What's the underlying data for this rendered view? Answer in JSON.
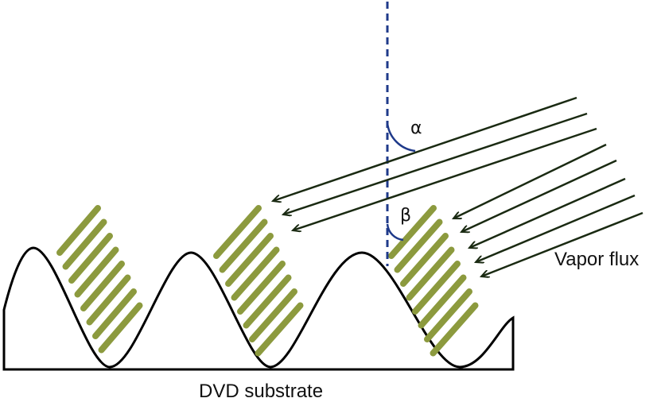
{
  "labels": {
    "alpha": "α",
    "beta": "β",
    "vapor_flux": "Vapor flux",
    "substrate": "DVD substrate"
  },
  "colors": {
    "substrate": "#000000",
    "normal_line": "#1f3a8a",
    "arc": "#1f3a8a",
    "arrows": "#1a2a12",
    "columns": "#8c9a3e"
  }
}
